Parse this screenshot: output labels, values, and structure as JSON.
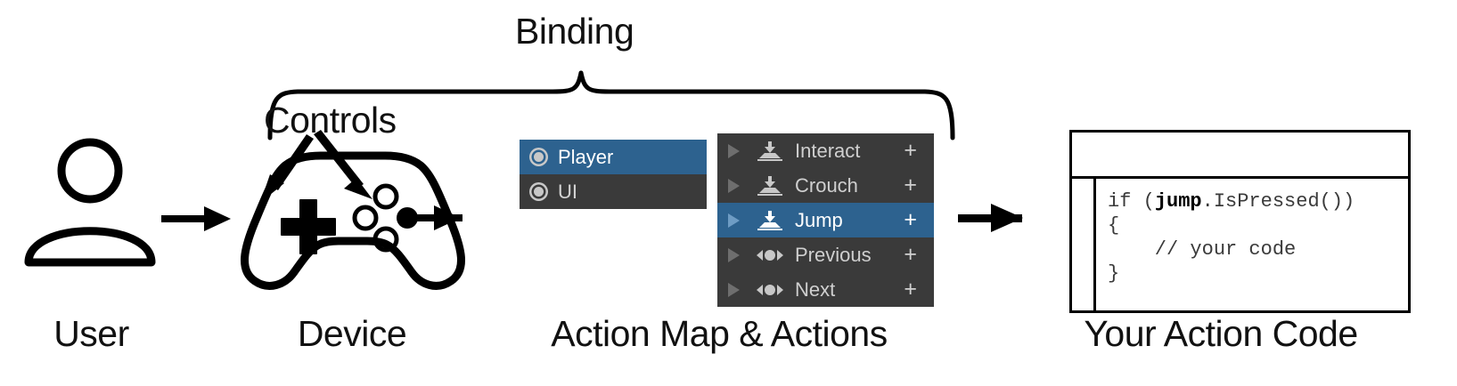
{
  "diagram": {
    "top_labels": {
      "binding": "Binding",
      "controls": "Controls"
    },
    "captions": {
      "user": "User",
      "device": "Device",
      "action_map": "Action Map & Actions",
      "code": "Your Action Code"
    }
  },
  "action_map_panel": {
    "items": [
      {
        "label": "Player",
        "icon": "radio-icon",
        "selected": true
      },
      {
        "label": "UI",
        "icon": "radio-icon",
        "selected": false
      }
    ]
  },
  "actions_panel": {
    "add_label": "+",
    "items": [
      {
        "label": "Interact",
        "icon": "button-action-icon",
        "selected": false
      },
      {
        "label": "Crouch",
        "icon": "button-action-icon",
        "selected": false
      },
      {
        "label": "Jump",
        "icon": "button-action-icon",
        "selected": true
      },
      {
        "label": "Previous",
        "icon": "axis-action-icon",
        "selected": false
      },
      {
        "label": "Next",
        "icon": "axis-action-icon",
        "selected": false
      }
    ]
  },
  "code_panel": {
    "lines": [
      {
        "text": "if (",
        "bold": ""
      },
      {
        "text": "",
        "bold": ""
      }
    ],
    "line1_pre": "if (",
    "line1_bold": "jump",
    "line1_post": ".IsPressed())",
    "line2": "{",
    "line3": "    // your code",
    "line4": "}"
  },
  "colors": {
    "selection": "#2d628f",
    "panel_background": "#3a3a3a",
    "text_light": "#d0d0d0",
    "line_art": "#000000"
  }
}
